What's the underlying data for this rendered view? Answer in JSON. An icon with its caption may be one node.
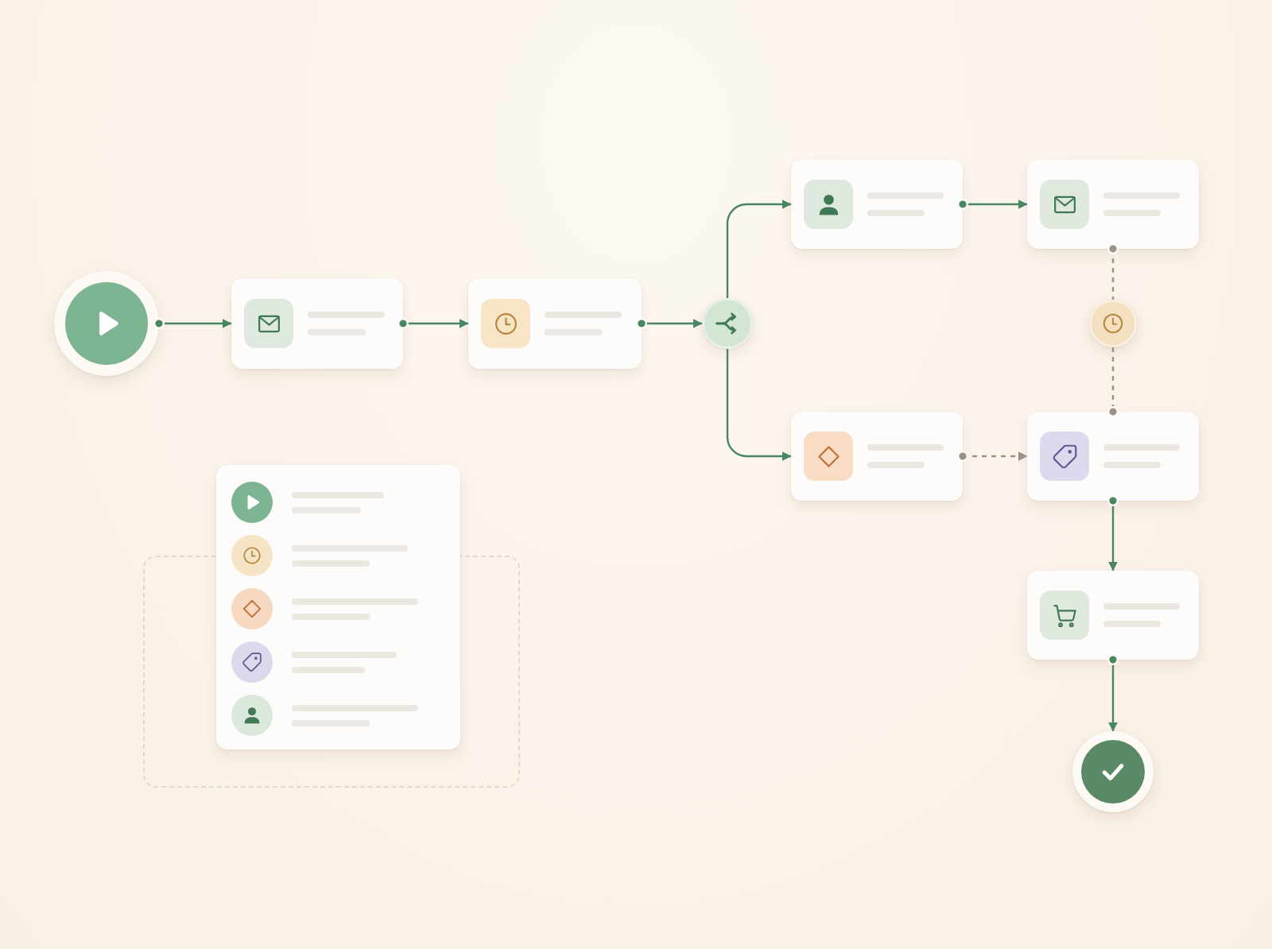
{
  "diagram": {
    "nodes": [
      {
        "text": [],
        "shape": "circle"
      },
      {
        "text": [],
        "shape": "box"
      },
      {
        "text": [],
        "shape": "box"
      },
      {
        "text": [],
        "shape": "circle"
      },
      {
        "text": [],
        "shape": "box"
      },
      {
        "text": [],
        "shape": "box"
      },
      {
        "text": [],
        "shape": "box"
      },
      {
        "text": [],
        "shape": "box"
      },
      {
        "text": [],
        "shape": "circle"
      },
      {
        "text": [],
        "shape": "box"
      },
      {
        "text": [],
        "shape": "circle"
      },
      {
        "text": [],
        "shape": "box"
      }
    ],
    "edges": [
      {
        "from": 0,
        "to": 1,
        "arrow": "to"
      },
      {
        "from": 1,
        "to": 2,
        "arrow": "to"
      },
      {
        "from": 2,
        "to": 3,
        "arrow": "to"
      },
      {
        "from": 3,
        "to": 4,
        "arrow": "to"
      },
      {
        "from": 3,
        "to": 6,
        "arrow": "to"
      },
      {
        "from": 4,
        "to": 5,
        "arrow": "to"
      },
      {
        "from": 5,
        "to": 8,
        "arrow": "other",
        "style": "dashed",
        "color": "#9b9285"
      },
      {
        "from": 8,
        "to": 7,
        "arrow": "other",
        "style": "dashed",
        "color": "#9b9285"
      },
      {
        "from": 6,
        "to": 7,
        "arrow": "to",
        "style": "dashed",
        "color": "#9b9285"
      },
      {
        "from": 7,
        "to": 9,
        "arrow": "to"
      },
      {
        "from": 9,
        "to": 10,
        "arrow": "to"
      }
    ]
  }
}
